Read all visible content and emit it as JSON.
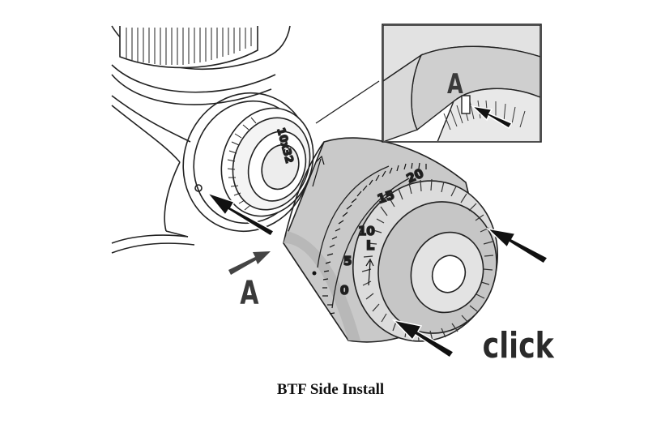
{
  "caption": "BTF Side Install",
  "labels": {
    "inset_a": "A",
    "side_a": "A",
    "click": "click"
  },
  "dial_numbers": [
    "0",
    "5",
    "10",
    "15",
    "20"
  ],
  "dial_letter": "L",
  "ring_engraving": "10x32",
  "icons": {
    "arrows": [
      "arrow-to-turret-base",
      "arrow-to-knob-top",
      "arrow-to-knob-bottom",
      "arrow-side-a",
      "arrow-inset-a"
    ]
  },
  "colors": {
    "line": "#222222",
    "body_gray": "#c9c9c9",
    "light_gray": "#e3e3e3",
    "inset_gray": "#d2d2d2",
    "arrow": "#111111",
    "label_gray": "#3a3a3a"
  }
}
